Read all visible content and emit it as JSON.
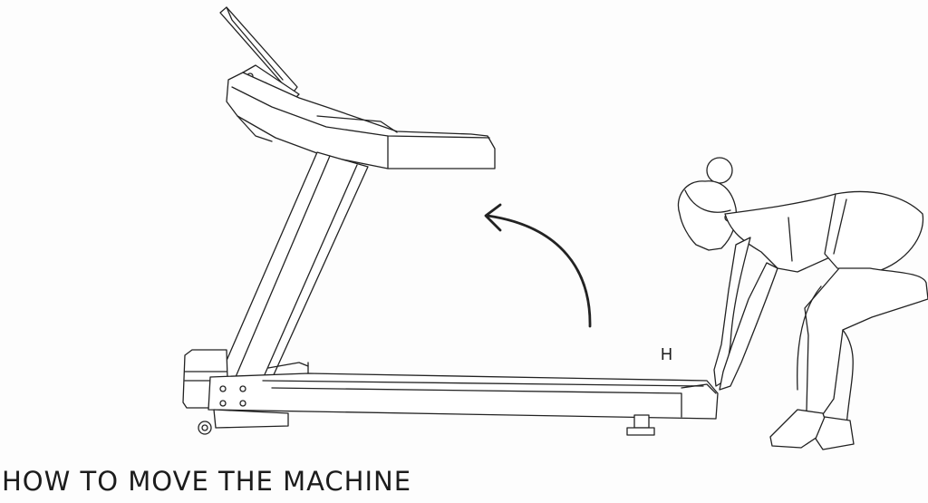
{
  "labels": {
    "part_letter": "H"
  },
  "caption": {
    "title": "HOW TO MOVE THE MACHINE"
  },
  "icons": {
    "treadmill": "treadmill-illustration",
    "person": "person-lifting-illustration",
    "arrow": "curved-arrow-icon"
  }
}
